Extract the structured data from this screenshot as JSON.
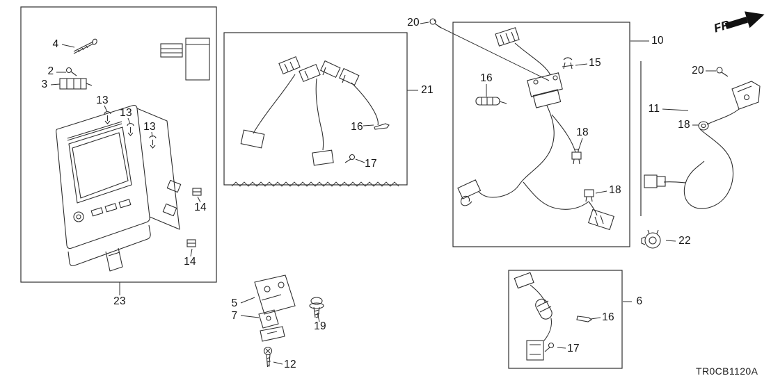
{
  "diagram": {
    "code": "TR0CB1120A",
    "fr_label": "FR.",
    "colors": {
      "line": "#2e2e2e",
      "background": "#ffffff",
      "text": "#151515"
    }
  },
  "labels": [
    {
      "text": "4"
    },
    {
      "text": "2"
    },
    {
      "text": "3"
    },
    {
      "text": "13"
    },
    {
      "text": "13"
    },
    {
      "text": "13"
    },
    {
      "text": "14"
    },
    {
      "text": "14"
    },
    {
      "text": "23"
    },
    {
      "text": "21"
    },
    {
      "text": "16"
    },
    {
      "text": "17"
    },
    {
      "text": "20"
    },
    {
      "text": "10"
    },
    {
      "text": "15"
    },
    {
      "text": "16"
    },
    {
      "text": "18"
    },
    {
      "text": "18"
    },
    {
      "text": "11"
    },
    {
      "text": "20"
    },
    {
      "text": "18"
    },
    {
      "text": "22"
    },
    {
      "text": "6"
    },
    {
      "text": "16"
    },
    {
      "text": "17"
    },
    {
      "text": "5"
    },
    {
      "text": "7"
    },
    {
      "text": "19"
    },
    {
      "text": "12"
    }
  ]
}
